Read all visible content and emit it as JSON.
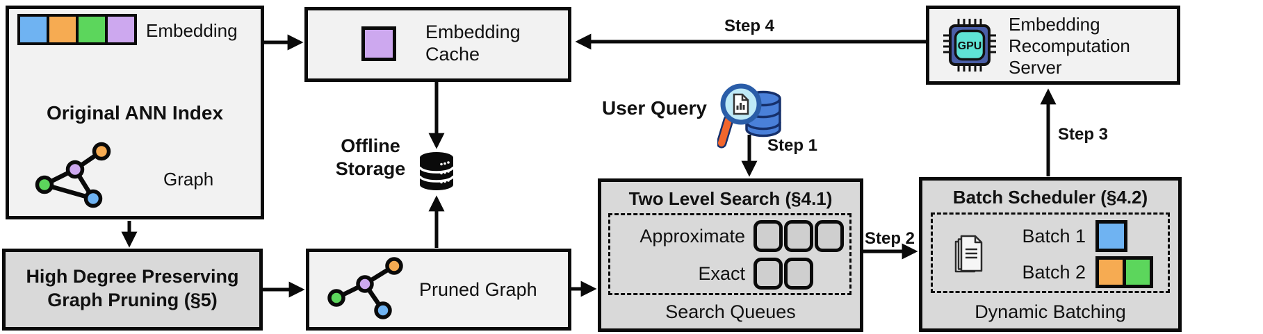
{
  "colors": {
    "blue": "#6fb3f2",
    "orange": "#f6ab52",
    "green": "#5cd65c",
    "purple": "#cda8ef",
    "queue_slot": "#cfcfcf",
    "gpu_chip": "#4a5fa8",
    "gpu_core": "#5fe3d5",
    "magnifier_rim": "#2a5da8",
    "magnifier_lens": "#bfeaf7",
    "magnifier_handle": "#f2662d",
    "query_db": "#4a80d9"
  },
  "ann_index": {
    "title": "Original ANN Index",
    "embedding_label": "Embedding",
    "graph_label": "Graph"
  },
  "high_degree": {
    "line1": "High Degree Preserving",
    "line2": "Graph Pruning (§5)"
  },
  "embedding_cache": {
    "line1": "Embedding",
    "line2": "Cache"
  },
  "offline_storage": {
    "line1": "Offline",
    "line2": "Storage"
  },
  "pruned_graph": {
    "label": "Pruned Graph"
  },
  "user_query": {
    "label": "User Query"
  },
  "steps": {
    "s1": "Step 1",
    "s2": "Step 2",
    "s3": "Step 3",
    "s4": "Step 4"
  },
  "two_level_search": {
    "title": "Two Level Search (§4.1)",
    "approximate_label": "Approximate",
    "exact_label": "Exact",
    "footer": "Search Queues"
  },
  "batch_scheduler": {
    "title": "Batch Scheduler (§4.2)",
    "batch1_label": "Batch 1",
    "batch2_label": "Batch 2",
    "footer": "Dynamic Batching"
  },
  "server": {
    "line1": "Embedding",
    "line2": "Recomputation",
    "line3": "Server",
    "gpu_label": "GPU"
  }
}
